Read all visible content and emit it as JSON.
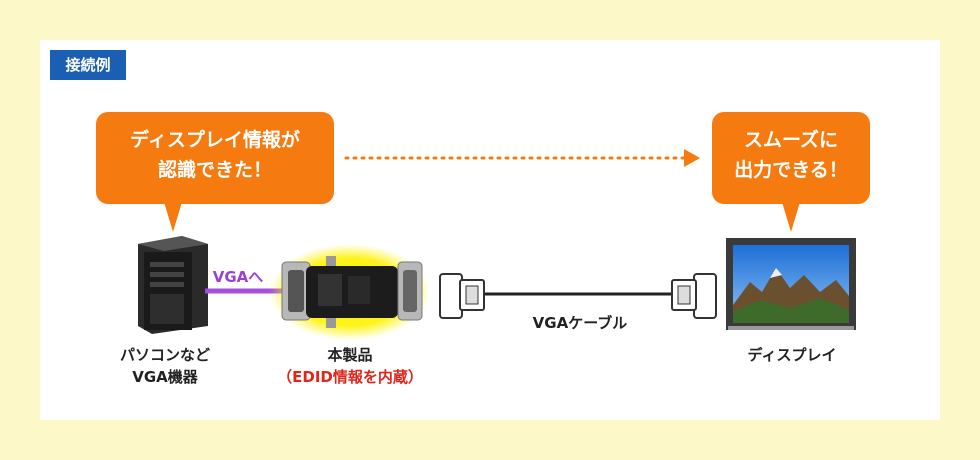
{
  "tag": "接続例",
  "bubble_left": {
    "line1": "ディスプレイ情報が",
    "line2": "認識できた！"
  },
  "bubble_right": {
    "line1": "スムーズに",
    "line2": "出力できる！"
  },
  "pc": {
    "line1": "パソコンなど",
    "line2": "VGA機器"
  },
  "vga_to": "VGAへ",
  "product": {
    "line1": "本製品",
    "line2": "（EDID情報を内蔵）"
  },
  "cable": "VGAケーブル",
  "display": "ディスプレイ",
  "colors": {
    "accent": "#f57a10",
    "tag": "#1a5fb4",
    "purple": "#a64ee0",
    "red": "#e0261b"
  }
}
